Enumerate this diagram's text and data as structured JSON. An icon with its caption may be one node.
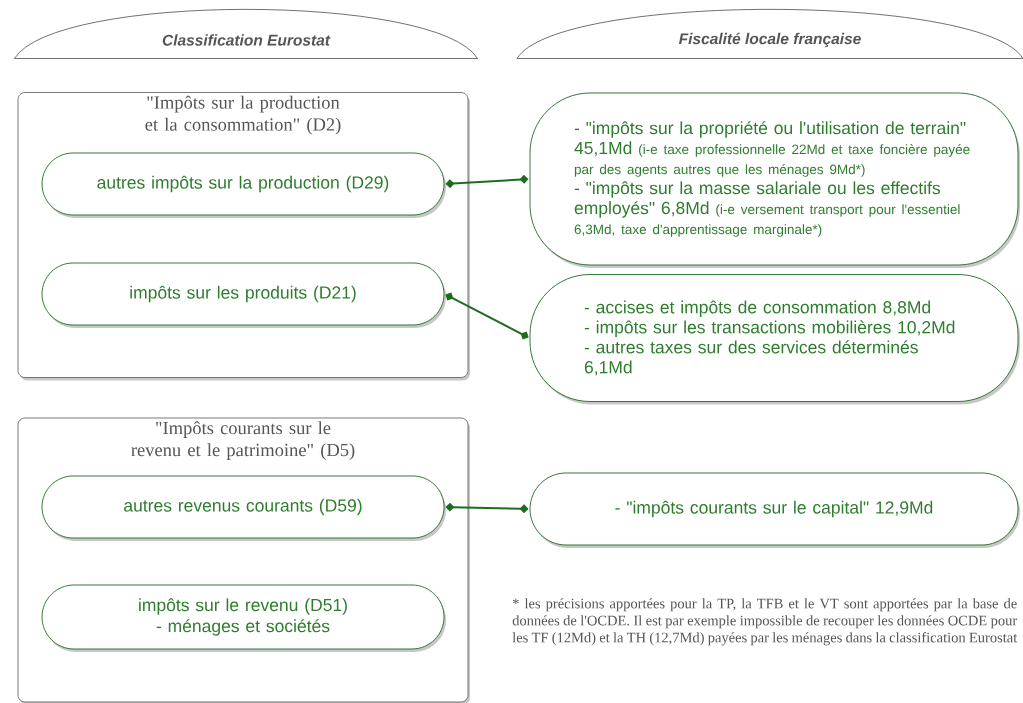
{
  "diagram": {
    "nodes": [
      {
        "text": [
          "Classification Eurostat"
        ]
      },
      {
        "text": [
          "Fiscalité locale française"
        ]
      },
      {
        "text": [
          "\"Impôts sur la production et la consommation\" (D2)"
        ]
      },
      {
        "text": [
          "autres impôts sur la production (D29)"
        ],
        "in": 2
      },
      {
        "text": [
          "impôts sur les produits (D21)"
        ],
        "in": 2
      },
      {
        "text": [
          "\"Impôts courants sur le revenu et le patrimoine\" (D5)"
        ]
      },
      {
        "text": [
          "autres revenus courants (D59)"
        ],
        "in": 5
      },
      {
        "text": [
          "impôts sur le revenu (D51) - ménages et sociétés"
        ],
        "in": 5
      },
      {
        "text": [
          "- \"impôts sur la propriété ou l'utilisation de terrain\" 45,1Md",
          "(i-e taxe professionnelle 22Md et taxe foncière payée par des agents autres que les ménages 9Md*)",
          "- \"impôts sur la masse salariale ou les effectifs employés\" 6,8Md",
          "(i-e versement transport pour l'essentiel 6,3Md, taxe d'apprentissage marginale*)"
        ]
      },
      {
        "text": [
          "- accises et impôts de consommation 8,8Md",
          "- impôts sur les transactions mobilières 10,2Md",
          "- autres taxes sur des services déterminés 6,1Md"
        ]
      },
      {
        "text": [
          "- \"impôts courants sur le capital\" 12,9Md"
        ]
      }
    ],
    "edges": [
      {
        "from": 3,
        "to": 8,
        "arrow": "other"
      },
      {
        "from": 4,
        "to": 9,
        "arrow": "other"
      },
      {
        "from": 6,
        "to": 10,
        "arrow": "other"
      }
    ],
    "labels": [
      "* les précisions apportées pour la TP, la TFB et le VT sont apportées par la base de données de l'OCDE. Il est par exemple impossible de recouper les données OCDE pour les TF (12Md) et la TH (12,7Md) payées par les ménages dans la classification Eurostat"
    ]
  }
}
